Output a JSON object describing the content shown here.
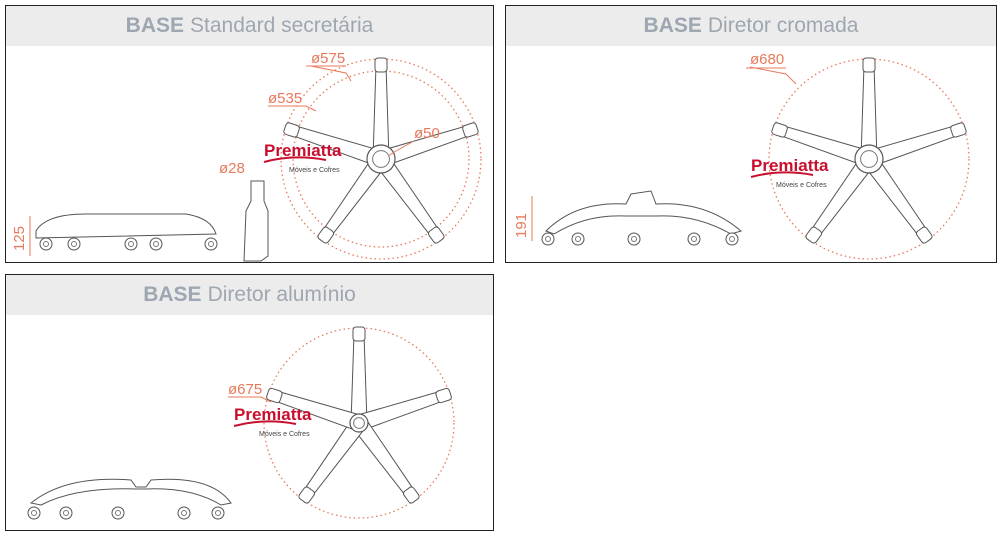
{
  "panels": [
    {
      "title_bold": "BASE",
      "title_rest": "Standard secretária",
      "dims": [
        "ø575",
        "ø535",
        "ø50",
        "ø28",
        "125"
      ]
    },
    {
      "title_bold": "BASE",
      "title_rest": "Diretor cromada",
      "dims": [
        "ø680",
        "191"
      ]
    },
    {
      "title_bold": "BASE",
      "title_rest": "Diretor alumínio",
      "dims": [
        "ø675"
      ]
    }
  ],
  "logo": {
    "name": "Premiatta",
    "tagline": "Móveis e Cofres"
  },
  "colors": {
    "dimension": "#e8795a",
    "header_bg": "#ececec",
    "header_text": "#9ea7b1",
    "logo": "#c8102e"
  }
}
